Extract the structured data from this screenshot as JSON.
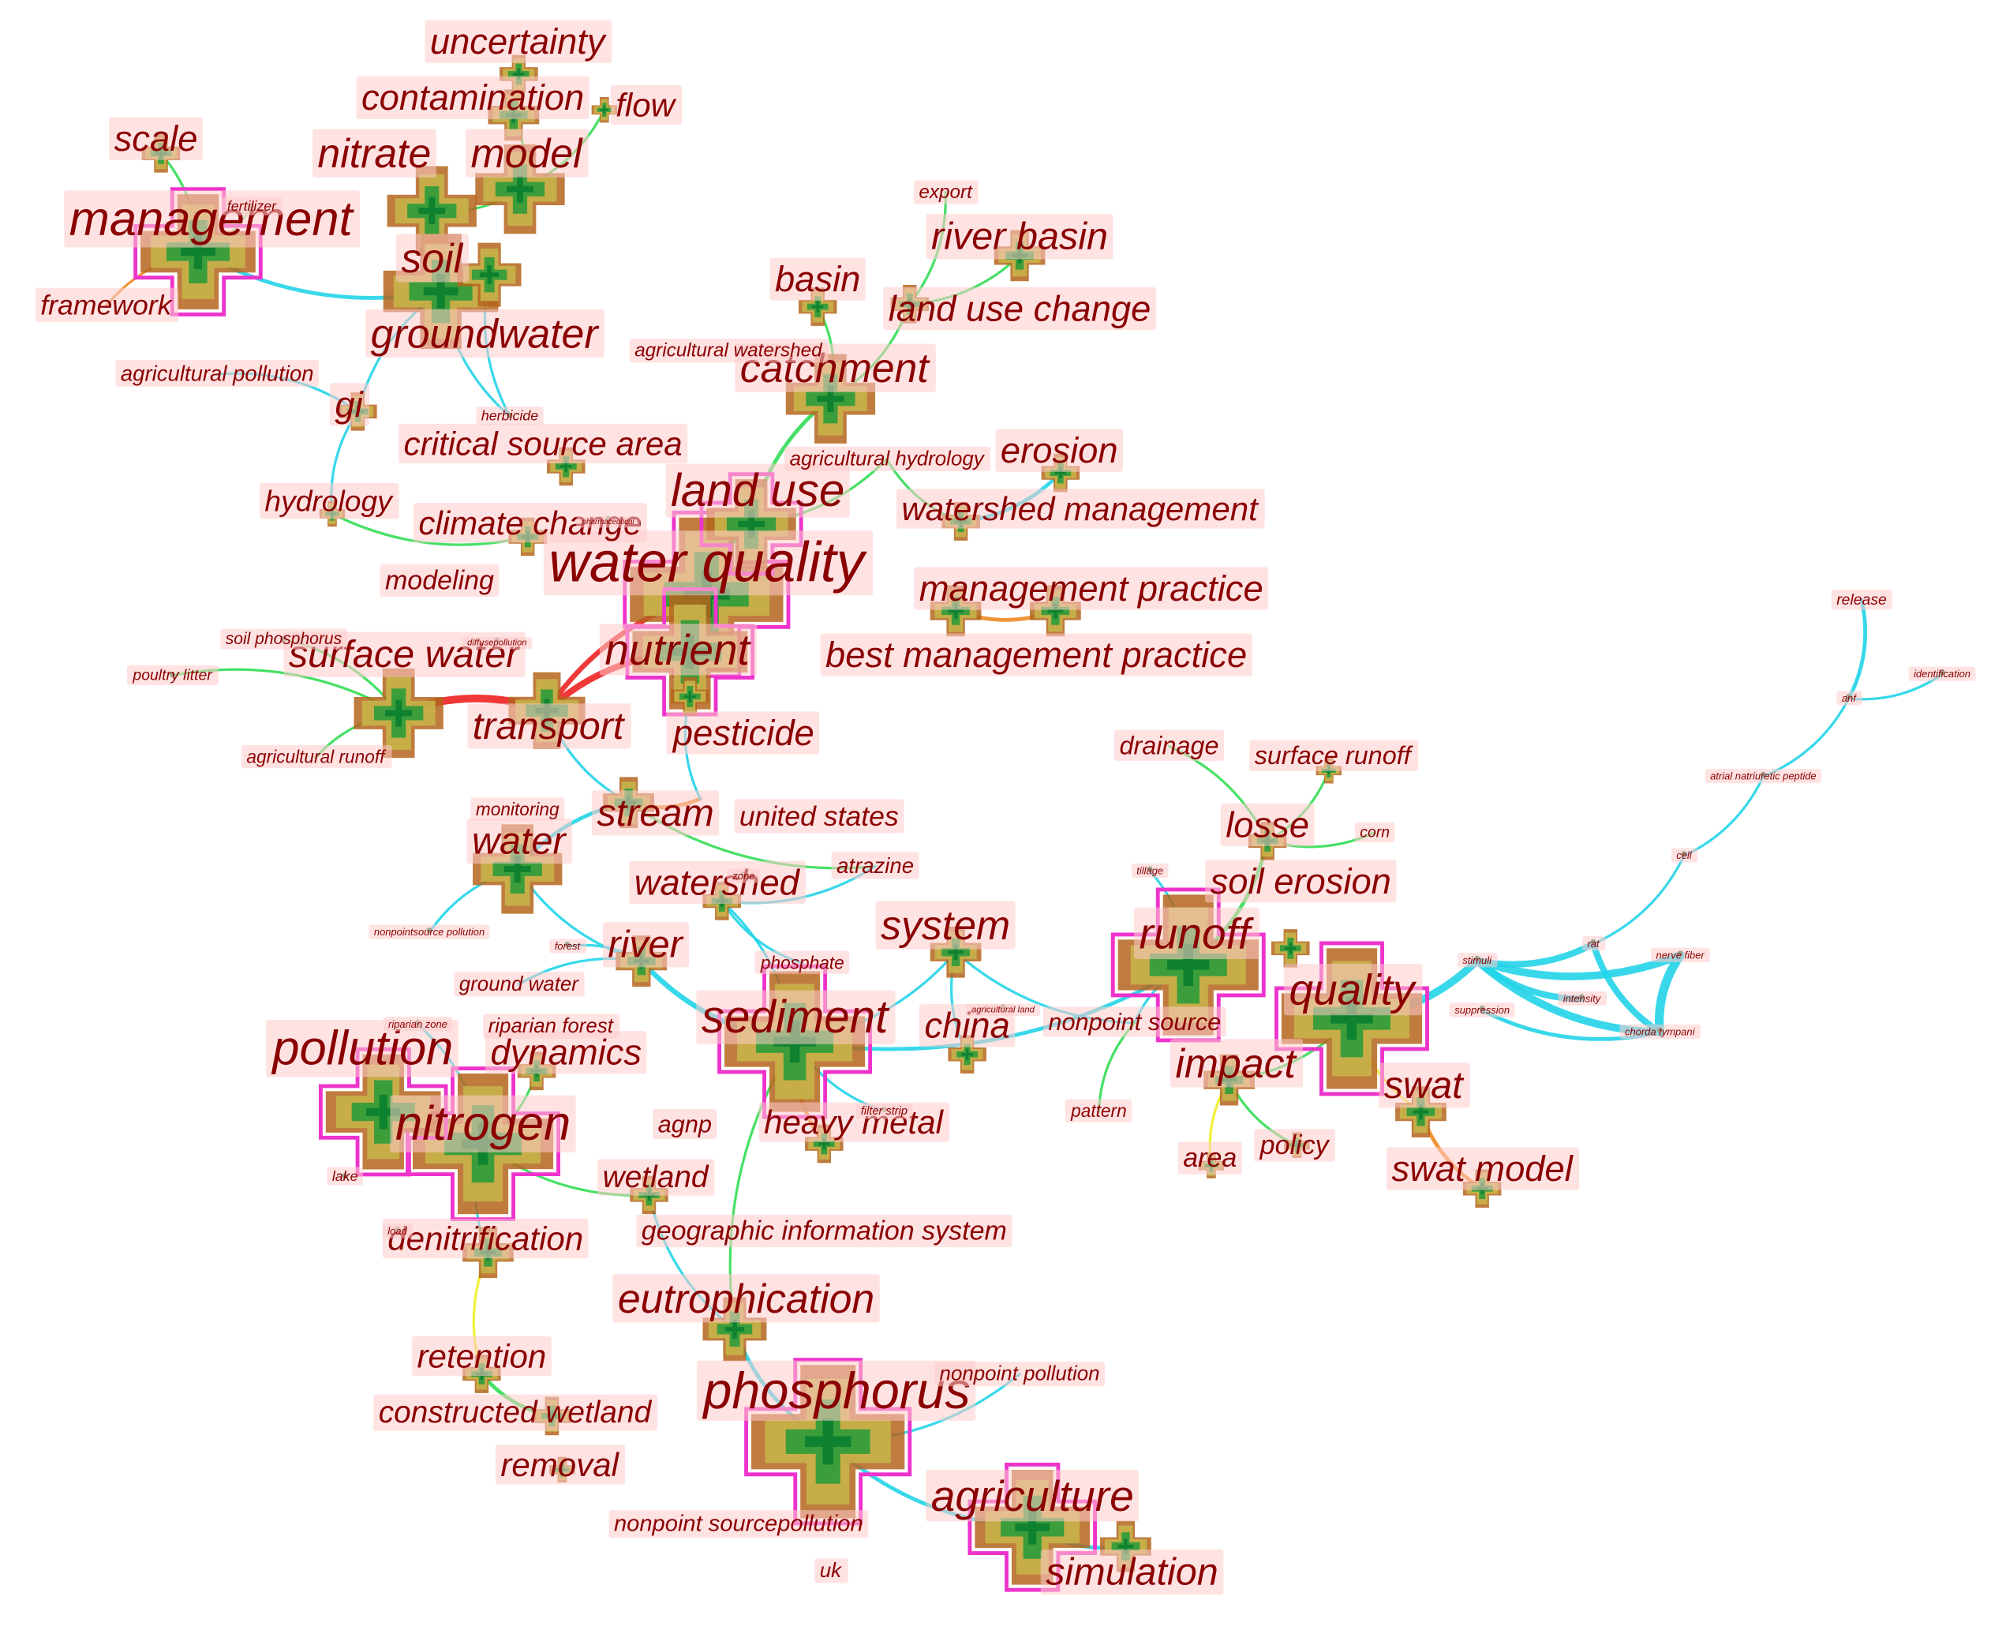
{
  "palette": {
    "label_text": "#8b0000",
    "label_box": "#ffcccc",
    "node_outer": "#b5651d",
    "node_mid": "#c8b44a",
    "node_inner": "#2e9b3a",
    "node_ring": "#ee33cc",
    "link_cyan": "#22d4e8",
    "link_green": "#33dd55",
    "link_red": "#ee2222",
    "link_yellow": "#eeee22",
    "link_orange": "#ee8822"
  },
  "keywords": [
    {
      "term": "water quality",
      "size": 3
    },
    {
      "term": "phosphorus",
      "size": 3
    },
    {
      "term": "nitrogen",
      "size": 3
    },
    {
      "term": "management",
      "size": 3
    },
    {
      "term": "sediment",
      "size": 3
    },
    {
      "term": "pollution",
      "size": 3
    },
    {
      "term": "land use",
      "size": 3
    },
    {
      "term": "nutrient",
      "size": 3
    },
    {
      "term": "runoff",
      "size": 3
    },
    {
      "term": "quality",
      "size": 3
    },
    {
      "term": "agriculture",
      "size": 3
    },
    {
      "term": "model",
      "size": 2
    },
    {
      "term": "nitrate",
      "size": 2
    },
    {
      "term": "soil",
      "size": 2
    },
    {
      "term": "groundwater",
      "size": 2
    },
    {
      "term": "catchment",
      "size": 2
    },
    {
      "term": "surface water",
      "size": 2
    },
    {
      "term": "transport",
      "size": 2
    },
    {
      "term": "water",
      "size": 2
    },
    {
      "term": "stream",
      "size": 2
    },
    {
      "term": "eutrophication",
      "size": 2
    },
    {
      "term": "impact",
      "size": 2
    },
    {
      "term": "system",
      "size": 2
    },
    {
      "term": "river",
      "size": 2
    },
    {
      "term": "watershed",
      "size": 2
    },
    {
      "term": "simulation",
      "size": 2
    },
    {
      "term": "swat",
      "size": 2
    },
    {
      "term": "management practice",
      "size": 2
    },
    {
      "term": "best management practice",
      "size": 2
    },
    {
      "term": "pesticide",
      "size": 2
    },
    {
      "term": "contamination",
      "size": 2
    },
    {
      "term": "uncertainty",
      "size": 2
    },
    {
      "term": "scale",
      "size": 2
    },
    {
      "term": "river basin",
      "size": 2
    },
    {
      "term": "basin",
      "size": 2
    },
    {
      "term": "land use change",
      "size": 2
    },
    {
      "term": "erosion",
      "size": 2
    },
    {
      "term": "watershed management",
      "size": 2
    },
    {
      "term": "critical source area",
      "size": 2
    },
    {
      "term": "climate change",
      "size": 2
    },
    {
      "term": "soil erosion",
      "size": 2
    },
    {
      "term": "losse",
      "size": 2
    },
    {
      "term": "china",
      "size": 2
    },
    {
      "term": "dynamics",
      "size": 2
    },
    {
      "term": "denitrification",
      "size": 2
    },
    {
      "term": "wetland",
      "size": 2
    },
    {
      "term": "heavy metal",
      "size": 2
    },
    {
      "term": "swat model",
      "size": 2
    },
    {
      "term": "constructed wetland",
      "size": 2
    },
    {
      "term": "retention",
      "size": 2
    },
    {
      "term": "removal",
      "size": 2
    },
    {
      "term": "gi",
      "size": 2
    },
    {
      "term": "flow",
      "size": 2
    },
    {
      "term": "united states",
      "size": 1
    },
    {
      "term": "atrazine",
      "size": 1
    },
    {
      "term": "framework",
      "size": 1
    },
    {
      "term": "agricultural pollution",
      "size": 1
    },
    {
      "term": "hydrology",
      "size": 1
    },
    {
      "term": "modeling",
      "size": 1
    },
    {
      "term": "drainage",
      "size": 1
    },
    {
      "term": "surface runoff",
      "size": 1
    },
    {
      "term": "geographic information system",
      "size": 1
    },
    {
      "term": "nonpoint source",
      "size": 1
    },
    {
      "term": "nonpoint pollution",
      "size": 1
    },
    {
      "term": "nonpoint sourcepollution",
      "size": 1
    },
    {
      "term": "agnp",
      "size": 1
    },
    {
      "term": "policy",
      "size": 1
    },
    {
      "term": "area",
      "size": 1
    },
    {
      "term": "ground water",
      "size": 1
    },
    {
      "term": "riparian forest",
      "size": 1
    },
    {
      "term": "phosphate",
      "size": 1
    },
    {
      "term": "monitoring",
      "size": 1
    },
    {
      "term": "agricultural runoff",
      "size": 1
    },
    {
      "term": "export",
      "size": 1
    },
    {
      "term": "agricultural hydrology",
      "size": 1
    },
    {
      "term": "agricultural watershed",
      "size": 1
    },
    {
      "term": "pattern",
      "size": 1
    },
    {
      "term": "uk",
      "size": 1
    },
    {
      "term": "corn",
      "size": 1
    },
    {
      "term": "release",
      "size": 1
    },
    {
      "term": "soil phosphorus",
      "size": 0
    },
    {
      "term": "poultry litter",
      "size": 0
    },
    {
      "term": "fertilizer",
      "size": 0
    },
    {
      "term": "herbicide",
      "size": 0
    },
    {
      "term": "nonpointsource pollution",
      "size": 0
    },
    {
      "term": "riparian zone",
      "size": 0
    },
    {
      "term": "lake",
      "size": 0
    },
    {
      "term": "load",
      "size": 0
    },
    {
      "term": "forest",
      "size": 0
    },
    {
      "term": "zone",
      "size": 0
    },
    {
      "term": "filter strip",
      "size": 0
    },
    {
      "term": "agricultural land",
      "size": 0
    },
    {
      "term": "tillage",
      "size": 0
    },
    {
      "term": "stimuli",
      "size": 0
    },
    {
      "term": "rat",
      "size": 0
    },
    {
      "term": "nerve fiber",
      "size": 0
    },
    {
      "term": "intensity",
      "size": 0
    },
    {
      "term": "suppression",
      "size": 0
    },
    {
      "term": "chorda tympani",
      "size": 0
    },
    {
      "term": "cell",
      "size": 0
    },
    {
      "term": "atrial natriuretic peptide",
      "size": 0
    },
    {
      "term": "anf",
      "size": 0
    },
    {
      "term": "identification",
      "size": 0
    },
    {
      "term": "diffusepollution",
      "size": 0
    },
    {
      "term": "pharmaceutical",
      "size": 0
    }
  ]
}
